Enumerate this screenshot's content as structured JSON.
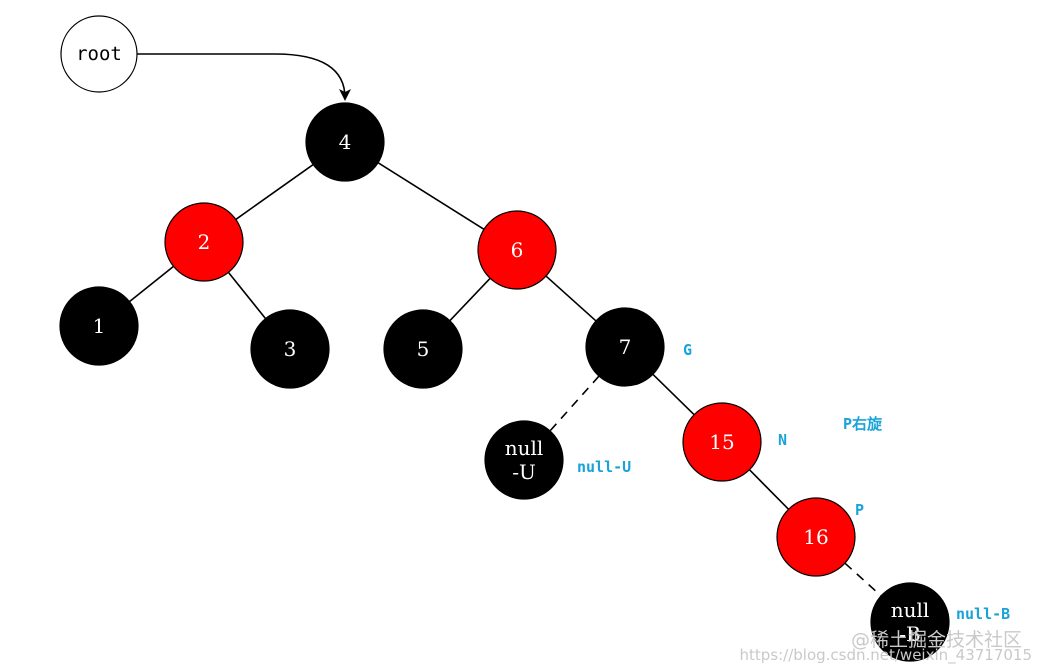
{
  "diagram": {
    "root_pointer": {
      "label": "root",
      "target": "n4"
    },
    "nodes": [
      {
        "id": "n4",
        "lines": [
          "4"
        ],
        "color": "black"
      },
      {
        "id": "n2",
        "lines": [
          "2"
        ],
        "color": "red"
      },
      {
        "id": "n6",
        "lines": [
          "6"
        ],
        "color": "red"
      },
      {
        "id": "n1",
        "lines": [
          "1"
        ],
        "color": "black"
      },
      {
        "id": "n3",
        "lines": [
          "3"
        ],
        "color": "black"
      },
      {
        "id": "n5",
        "lines": [
          "5"
        ],
        "color": "black"
      },
      {
        "id": "n7",
        "lines": [
          "7"
        ],
        "color": "black"
      },
      {
        "id": "nU",
        "lines": [
          "null",
          "-U"
        ],
        "color": "black"
      },
      {
        "id": "n15",
        "lines": [
          "15"
        ],
        "color": "red"
      },
      {
        "id": "n16",
        "lines": [
          "16"
        ],
        "color": "red"
      },
      {
        "id": "nB",
        "lines": [
          "null",
          "-B"
        ],
        "color": "black"
      }
    ],
    "edges": [
      {
        "from": "n4",
        "to": "n2",
        "style": "solid"
      },
      {
        "from": "n4",
        "to": "n6",
        "style": "solid"
      },
      {
        "from": "n2",
        "to": "n1",
        "style": "solid"
      },
      {
        "from": "n2",
        "to": "n3",
        "style": "solid"
      },
      {
        "from": "n6",
        "to": "n5",
        "style": "solid"
      },
      {
        "from": "n6",
        "to": "n7",
        "style": "solid"
      },
      {
        "from": "n7",
        "to": "nU",
        "style": "dashed"
      },
      {
        "from": "n7",
        "to": "n15",
        "style": "solid"
      },
      {
        "from": "n15",
        "to": "n16",
        "style": "solid"
      },
      {
        "from": "n16",
        "to": "nB",
        "style": "dashed"
      }
    ],
    "annotations": [
      {
        "id": "a-g",
        "text": "G"
      },
      {
        "id": "a-n",
        "text": "N"
      },
      {
        "id": "a-p",
        "text": "P"
      },
      {
        "id": "a-nullu",
        "text": "null-U"
      },
      {
        "id": "a-nullb",
        "text": "null-B"
      },
      {
        "id": "a-rot",
        "text": "P右旋"
      }
    ],
    "watermark": {
      "brand": "@稀土掘金技术社区",
      "url": "https://blog.csdn.net/weixin_43717015"
    }
  },
  "colors": {
    "red_node": "#ff0000",
    "black_node": "#000000",
    "annotation": "#1aa3d9",
    "watermark": "#c9c9c9",
    "edge": "#000000"
  }
}
